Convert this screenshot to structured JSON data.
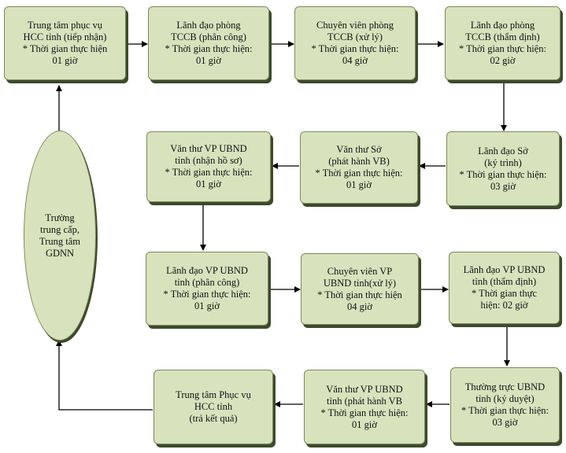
{
  "nodes": {
    "hcc_receive": [
      "Trung tâm phục vụ",
      "HCC tỉnh (tiếp nhận)",
      "* Thời gian thực hiện",
      "01 giờ"
    ],
    "tccb_lead_assign": [
      "Lãnh đạo phòng",
      "TCCB (phân công)",
      "* Thời gian thực hiện:",
      "01 giờ"
    ],
    "tccb_staff": [
      "Chuyên viên phòng",
      "TCCB (xử lý)",
      "* Thời gian thực hiện:",
      "04 giờ"
    ],
    "tccb_lead_review": [
      "Lãnh đạo phòng",
      "TCCB (thẩm định)",
      "* Thời gian thực hiện:",
      "02 giờ"
    ],
    "dept_lead_submit": [
      "Lãnh đạo Sở",
      "(ký trình)",
      "* Thời gian thực hiện:",
      "03 giờ"
    ],
    "dept_clerk": [
      "Văn thư Sở",
      "(phát hành VB)",
      "* Thời gian thực hiện:",
      "01 giờ"
    ],
    "ubnd_clerk_receive": [
      "Văn thư VP UBND",
      "tỉnh (nhận hồ sơ)",
      "* Thời gian thực hiện:",
      "01 giờ"
    ],
    "ubnd_lead_assign": [
      "Lãnh đạo VP UBND",
      "tỉnh (phân công)",
      "* Thời gian thực hiện:",
      "01 giờ"
    ],
    "ubnd_staff": [
      "Chuyên viên VP",
      "UBND tỉnh(xử lý)",
      "* Thời gian thực hiện",
      "04 giờ"
    ],
    "ubnd_lead_review": [
      "Lãnh đạo VP UBND",
      "tỉnh (thẩm định)",
      "* Thời gian thực",
      "hiện: 02 giờ"
    ],
    "ubnd_standing": [
      "Thường trực UBND",
      "tỉnh (ký duyệt)",
      "* Thời gian thực hiện:",
      "03 giờ"
    ],
    "ubnd_clerk_issue": [
      "Văn thư VP UBND",
      "tỉnh (phát hành VB",
      "* Thời gian thực hiện:",
      "01 giờ"
    ],
    "hcc_return": [
      "Trung tâm Phục vụ",
      "HCC tỉnh",
      "(trả kết quả)"
    ],
    "school": [
      "Trường",
      "trung cấp,",
      "Trung tâm",
      "GDNN"
    ]
  },
  "colors": {
    "box_fill": "#d8e2bd",
    "box_border": "#7a8a5a",
    "shadow": "#3d4a2c",
    "arrow": "#000000"
  }
}
